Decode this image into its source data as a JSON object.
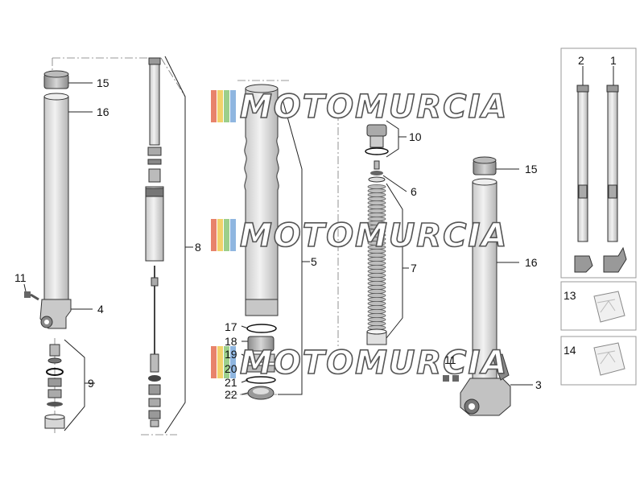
{
  "watermark": {
    "text": "MOTOMURCIA"
  },
  "callouts": {
    "c1": "1",
    "c2": "2",
    "c3": "3",
    "c4": "4",
    "c5": "5",
    "c6": "6",
    "c7": "7",
    "c8": "8",
    "c9": "9",
    "c10": "10",
    "c11a": "11",
    "c11b": "11",
    "c13": "13",
    "c14": "14",
    "c15a": "15",
    "c15b": "15",
    "c16a": "16",
    "c16b": "16",
    "c17": "17",
    "c18": "18",
    "c19": "19",
    "c20": "20",
    "c21": "21",
    "c22": "22"
  },
  "colors": {
    "tube": "#d8d8d8",
    "tube_dark": "#9a9a9a",
    "cap": "#a8a8a8",
    "line": "#333333",
    "watermark_stripe": [
      "#e8836b",
      "#f2d26b",
      "#9ccf8b",
      "#8fb6e0"
    ]
  }
}
